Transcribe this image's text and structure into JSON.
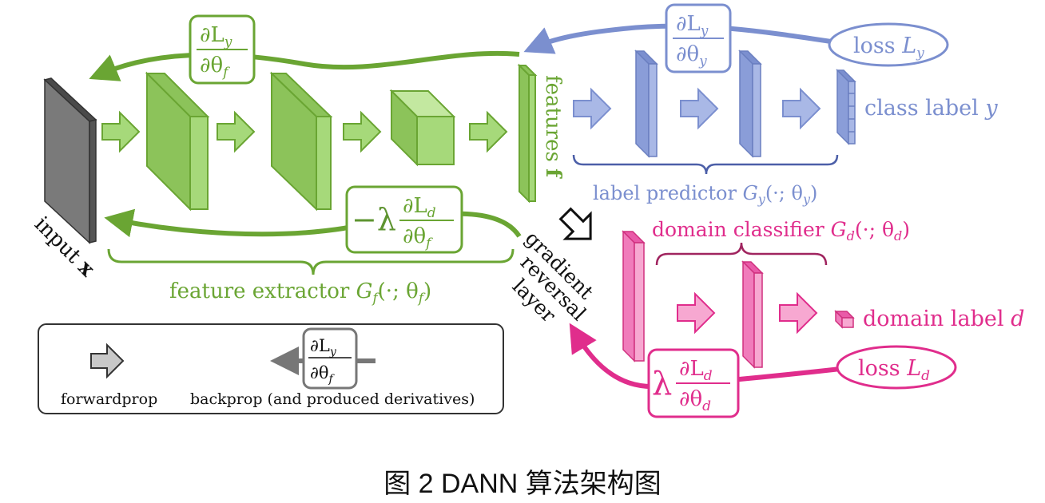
{
  "colors": {
    "green": "#6aa533",
    "green_fill": "#a6d97a",
    "green_face": "#8cc35a",
    "green_dark": "#5e9430",
    "blue": "#7b8fcf",
    "blue_fill": "#a9b8e6",
    "magenta": "#e02d8c",
    "magenta_fill": "#f7a8d1",
    "gray": "#777777",
    "gray_fill": "#c8c8c8"
  },
  "labels": {
    "input": "input",
    "input_var": "x",
    "features": "features",
    "features_var": "f",
    "class_label": "class label",
    "class_label_var": "y",
    "label_predictor": "label predictor",
    "label_predictor_fn": "G",
    "label_predictor_sub": "y",
    "label_predictor_args": "(·; θ",
    "label_predictor_args_sub": "y",
    "label_predictor_close": ")",
    "domain_classifier": "domain classifier",
    "domain_classifier_fn": "G",
    "domain_classifier_sub": "d",
    "domain_classifier_args": "(·; θ",
    "domain_classifier_args_sub": "d",
    "domain_classifier_close": ")",
    "domain_label": "domain label",
    "domain_label_var": "d",
    "feature_extractor": "feature extractor",
    "feature_extractor_fn": "G",
    "feature_extractor_sub": "f",
    "feature_extractor_args": "(·; θ",
    "feature_extractor_args_sub": "f",
    "feature_extractor_close": ")",
    "grl_1": "gradient",
    "grl_2": "reversal",
    "grl_3": "layer",
    "loss_y": "loss",
    "loss_y_var": "L",
    "loss_y_sub": "y",
    "loss_d": "loss",
    "loss_d_var": "L",
    "loss_d_sub": "d"
  },
  "derivatives": {
    "dLy_dthetaf": {
      "num": "∂L",
      "num_sub": "y",
      "den": "∂θ",
      "den_sub": "f"
    },
    "dLy_dthetay": {
      "num": "∂L",
      "num_sub": "y",
      "den": "∂θ",
      "den_sub": "y"
    },
    "neg_lambda_dLd_dthetaf": {
      "prefix": "−λ",
      "num": "∂L",
      "num_sub": "d",
      "den": "∂θ",
      "den_sub": "f"
    },
    "lambda_dLd_dthetad": {
      "prefix": "λ",
      "num": "∂L",
      "num_sub": "d",
      "den": "∂θ",
      "den_sub": "d"
    }
  },
  "legend": {
    "forwardprop": "forwardprop",
    "backprop": "backprop (and produced derivatives)",
    "example": {
      "num": "∂L",
      "num_sub": "y",
      "den": "∂θ",
      "den_sub": "f"
    }
  },
  "caption": "图  2 DANN 算法架构图"
}
